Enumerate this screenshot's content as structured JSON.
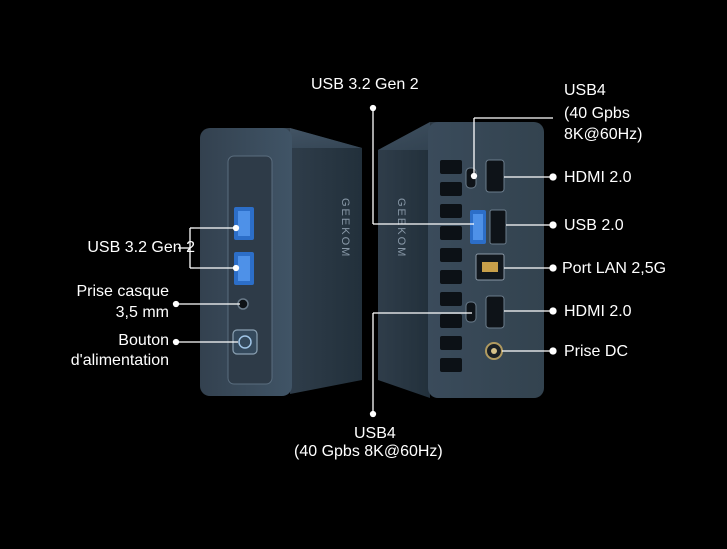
{
  "left_labels": {
    "usb32": "USB 3.2 Gen 2",
    "headphone_line1": "Prise casque",
    "headphone_line2": "3,5 mm",
    "power_line1": "Bouton",
    "power_line2": "d'alimentation"
  },
  "top_label": "USB 3.2 Gen 2",
  "right_labels": {
    "usb4_line1": "USB4",
    "usb4_line2": "(40 Gpbs",
    "usb4_line3": "8K@60Hz)",
    "hdmi_top": "HDMI 2.0",
    "usb20": "USB 2.0",
    "lan": "Port LAN 2,5G",
    "hdmi_bottom": "HDMI 2.0",
    "dc": "Prise DC"
  },
  "bottom_label": {
    "line1": "USB4",
    "line2": "(40 Gpbs  8K@60Hz)"
  },
  "device": {
    "brand": "GEEKOM",
    "body_color": "#3a4c5c",
    "accent_blue": "#2f7bd6"
  }
}
